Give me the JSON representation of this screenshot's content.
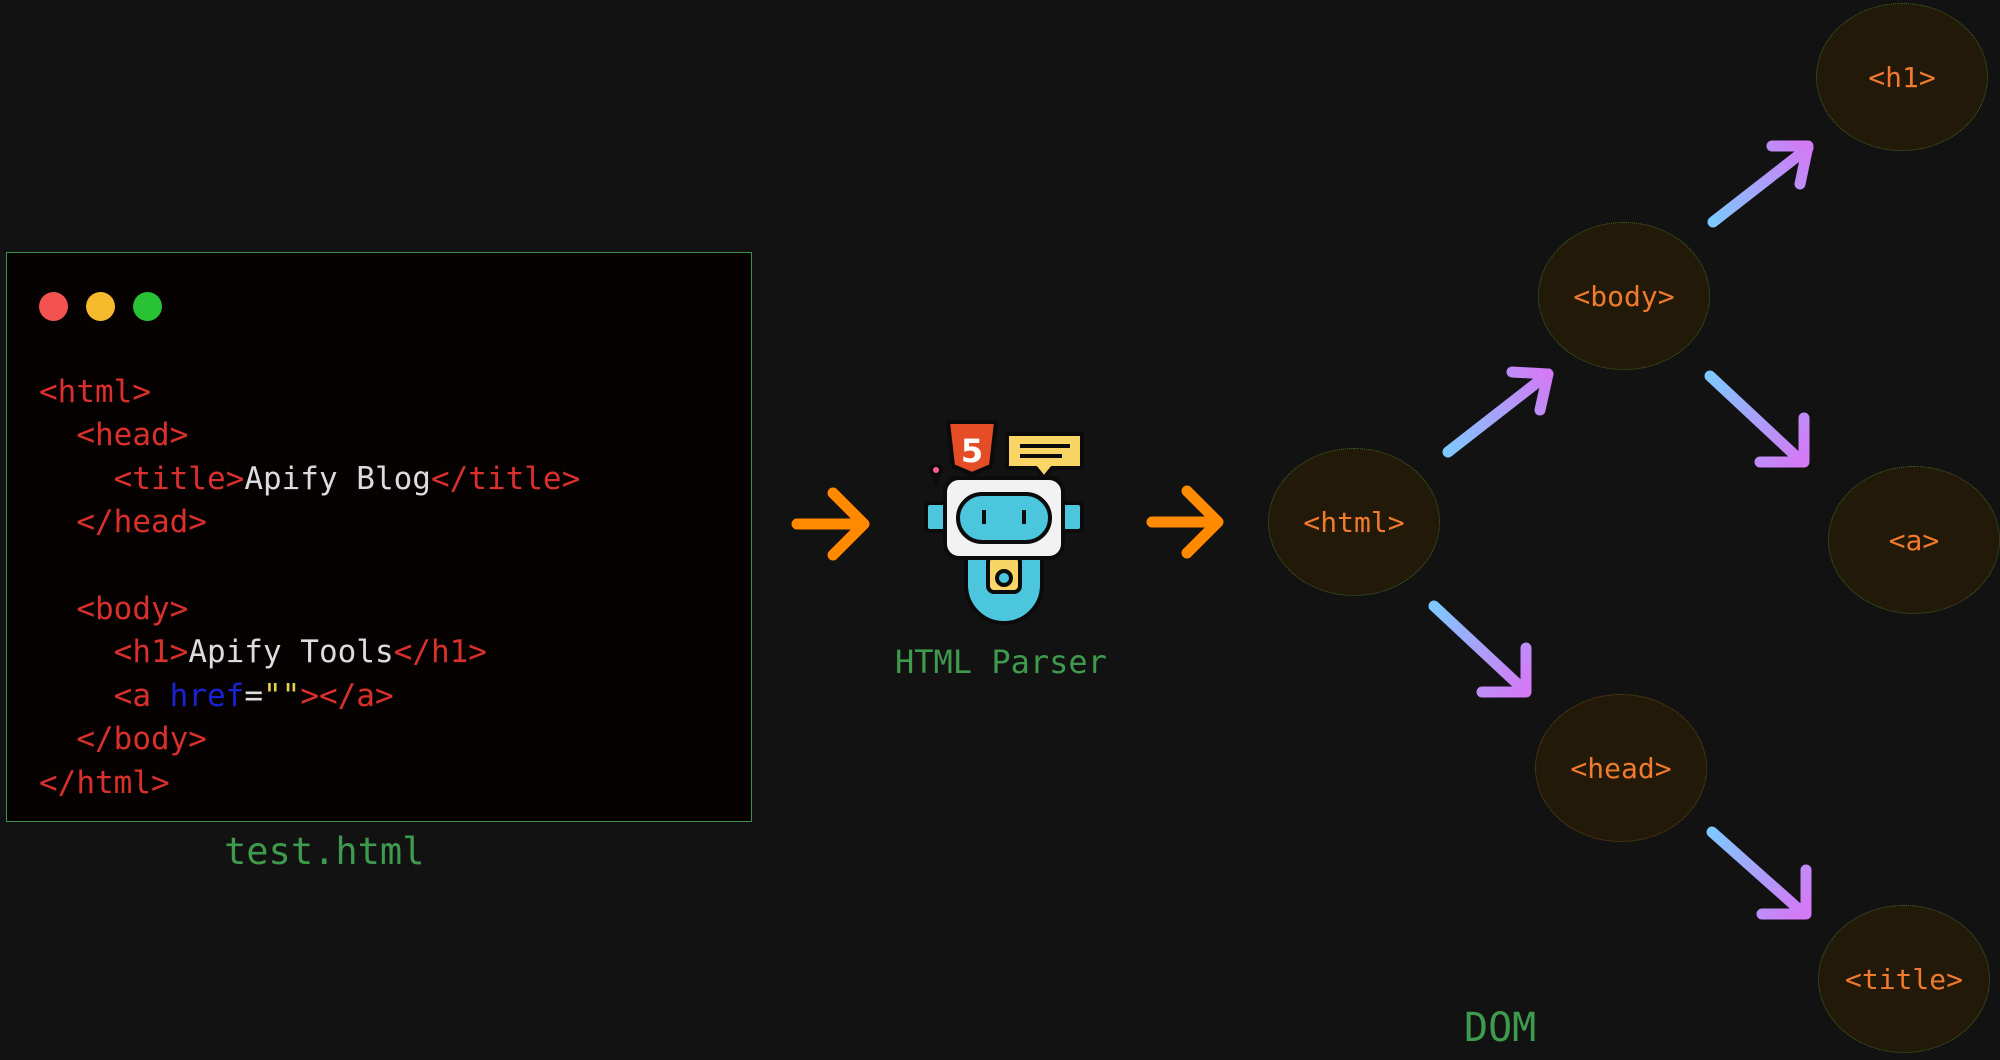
{
  "code_window": {
    "lines": [
      [
        {
          "t": "tag",
          "v": "<html>"
        }
      ],
      [
        {
          "t": "tag",
          "v": "  <head>"
        }
      ],
      [
        {
          "t": "tag",
          "v": "    <title>"
        },
        {
          "t": "text",
          "v": "Apify Blog"
        },
        {
          "t": "tag",
          "v": "</title>"
        }
      ],
      [
        {
          "t": "tag",
          "v": "  </head>"
        }
      ],
      [],
      [
        {
          "t": "tag",
          "v": "  <body>"
        }
      ],
      [
        {
          "t": "tag",
          "v": "    <h1>"
        },
        {
          "t": "text",
          "v": "Apify Tools"
        },
        {
          "t": "tag",
          "v": "</h1>"
        }
      ],
      [
        {
          "t": "tag",
          "v": "    <a "
        },
        {
          "t": "attr",
          "v": "href"
        },
        {
          "t": "text",
          "v": "="
        },
        {
          "t": "str",
          "v": "\"\""
        },
        {
          "t": "tag",
          "v": "></a>"
        }
      ],
      [
        {
          "t": "tag",
          "v": "  </body>"
        }
      ],
      [
        {
          "t": "tag",
          "v": "</html>"
        }
      ]
    ],
    "colors": {
      "tag": "#d9302c",
      "text": "#dcdcdc",
      "attr": "#1a22d6",
      "str": "#e0d04a"
    },
    "window_dots": [
      "red",
      "yellow",
      "green"
    ]
  },
  "captions": {
    "file": "test.html",
    "parser": "HTML Parser",
    "dom": "DOM"
  },
  "parser_icon": {
    "name": "robot-html5-icon",
    "badge": "5"
  },
  "dom_tree": {
    "nodes": {
      "html": "<html>",
      "body": "<body>",
      "head": "<head>",
      "h1": "<h1>",
      "a": "<a>",
      "title": "<title>"
    },
    "edges": [
      [
        "html",
        "body"
      ],
      [
        "html",
        "head"
      ],
      [
        "body",
        "h1"
      ],
      [
        "body",
        "a"
      ],
      [
        "head",
        "title"
      ]
    ]
  },
  "colors": {
    "background": "#121212",
    "flow_arrow": "#ff8a00",
    "tree_arrow_start": "#7ec8ff",
    "tree_arrow_end": "#d37af5",
    "node_text": "#f07a2e",
    "caption": "#3e9a4c"
  }
}
